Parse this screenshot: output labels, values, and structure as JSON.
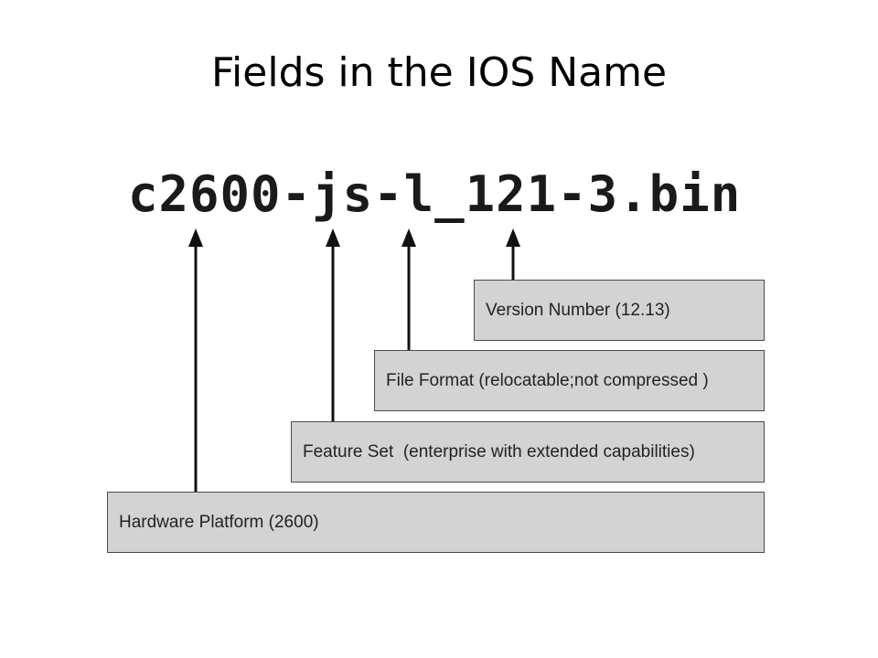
{
  "slide": {
    "title": "Fields in the IOS Name",
    "filename": "c2600-js-l_121-3.bin"
  },
  "fields": {
    "version": "Version Number (12.13)",
    "file_format": "File Format (relocatable;not compressed )",
    "feature_set": "Feature Set  (enterprise with extended capabilities)",
    "hardware_platform": "Hardware Platform (2600)"
  },
  "colors": {
    "box_fill": "#d3d3d3",
    "box_border": "#4a4a4a",
    "arrow": "#111111"
  }
}
